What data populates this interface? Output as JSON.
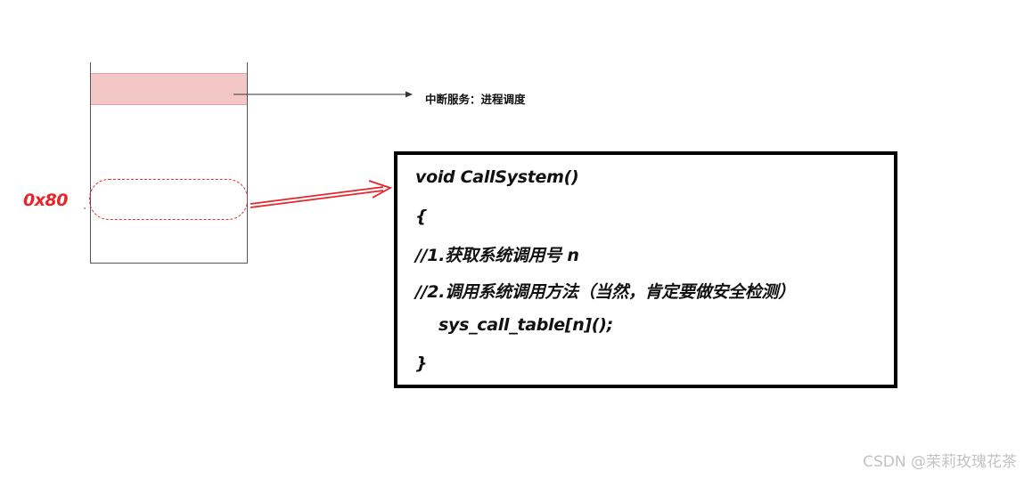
{
  "diagram": {
    "interrupt_service_label": "中断服务：进程调度",
    "vector_label": "0x80",
    "code_lines": [
      "void CallSystem()",
      "{",
      "//1.获取系统调用号 n",
      "//2.调用系统调用方法（当然，肯定要做安全检测）",
      "sys_call_table[n]();",
      "}"
    ],
    "watermark": "CSDN @茉莉玫瑰花茶",
    "colors": {
      "highlight_fill": "#f4c7c7",
      "accent_red": "#e8232a",
      "box_border": "#000000",
      "watermark": "#c3c3c3"
    }
  }
}
